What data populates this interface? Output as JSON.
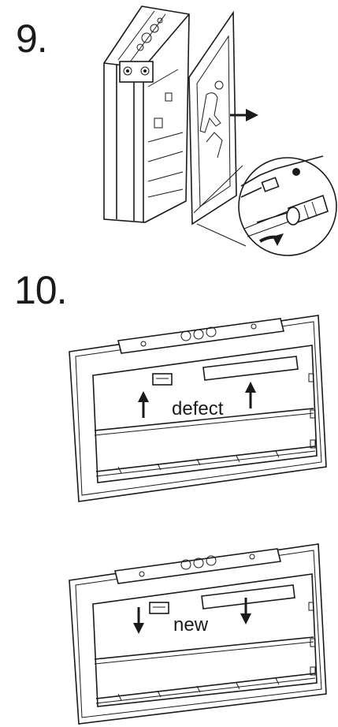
{
  "steps": [
    {
      "number": "9."
    },
    {
      "number": "10."
    }
  ],
  "labels": {
    "defect": "defect",
    "new": "new"
  }
}
